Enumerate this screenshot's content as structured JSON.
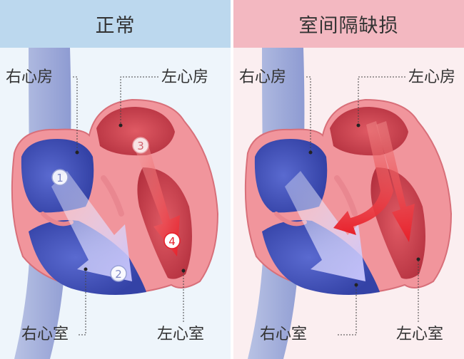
{
  "panels": [
    {
      "title": "正常",
      "labels": {
        "right_atrium": "右心房",
        "left_atrium": "左心房",
        "right_ventricle": "右心室",
        "left_ventricle": "左心室"
      },
      "steps": [
        "1",
        "2",
        "3",
        "4"
      ]
    },
    {
      "title": "室间隔缺损",
      "labels": {
        "right_atrium": "右心房",
        "left_atrium": "左心房",
        "right_ventricle": "右心室",
        "left_ventricle": "左心室"
      }
    }
  ]
}
